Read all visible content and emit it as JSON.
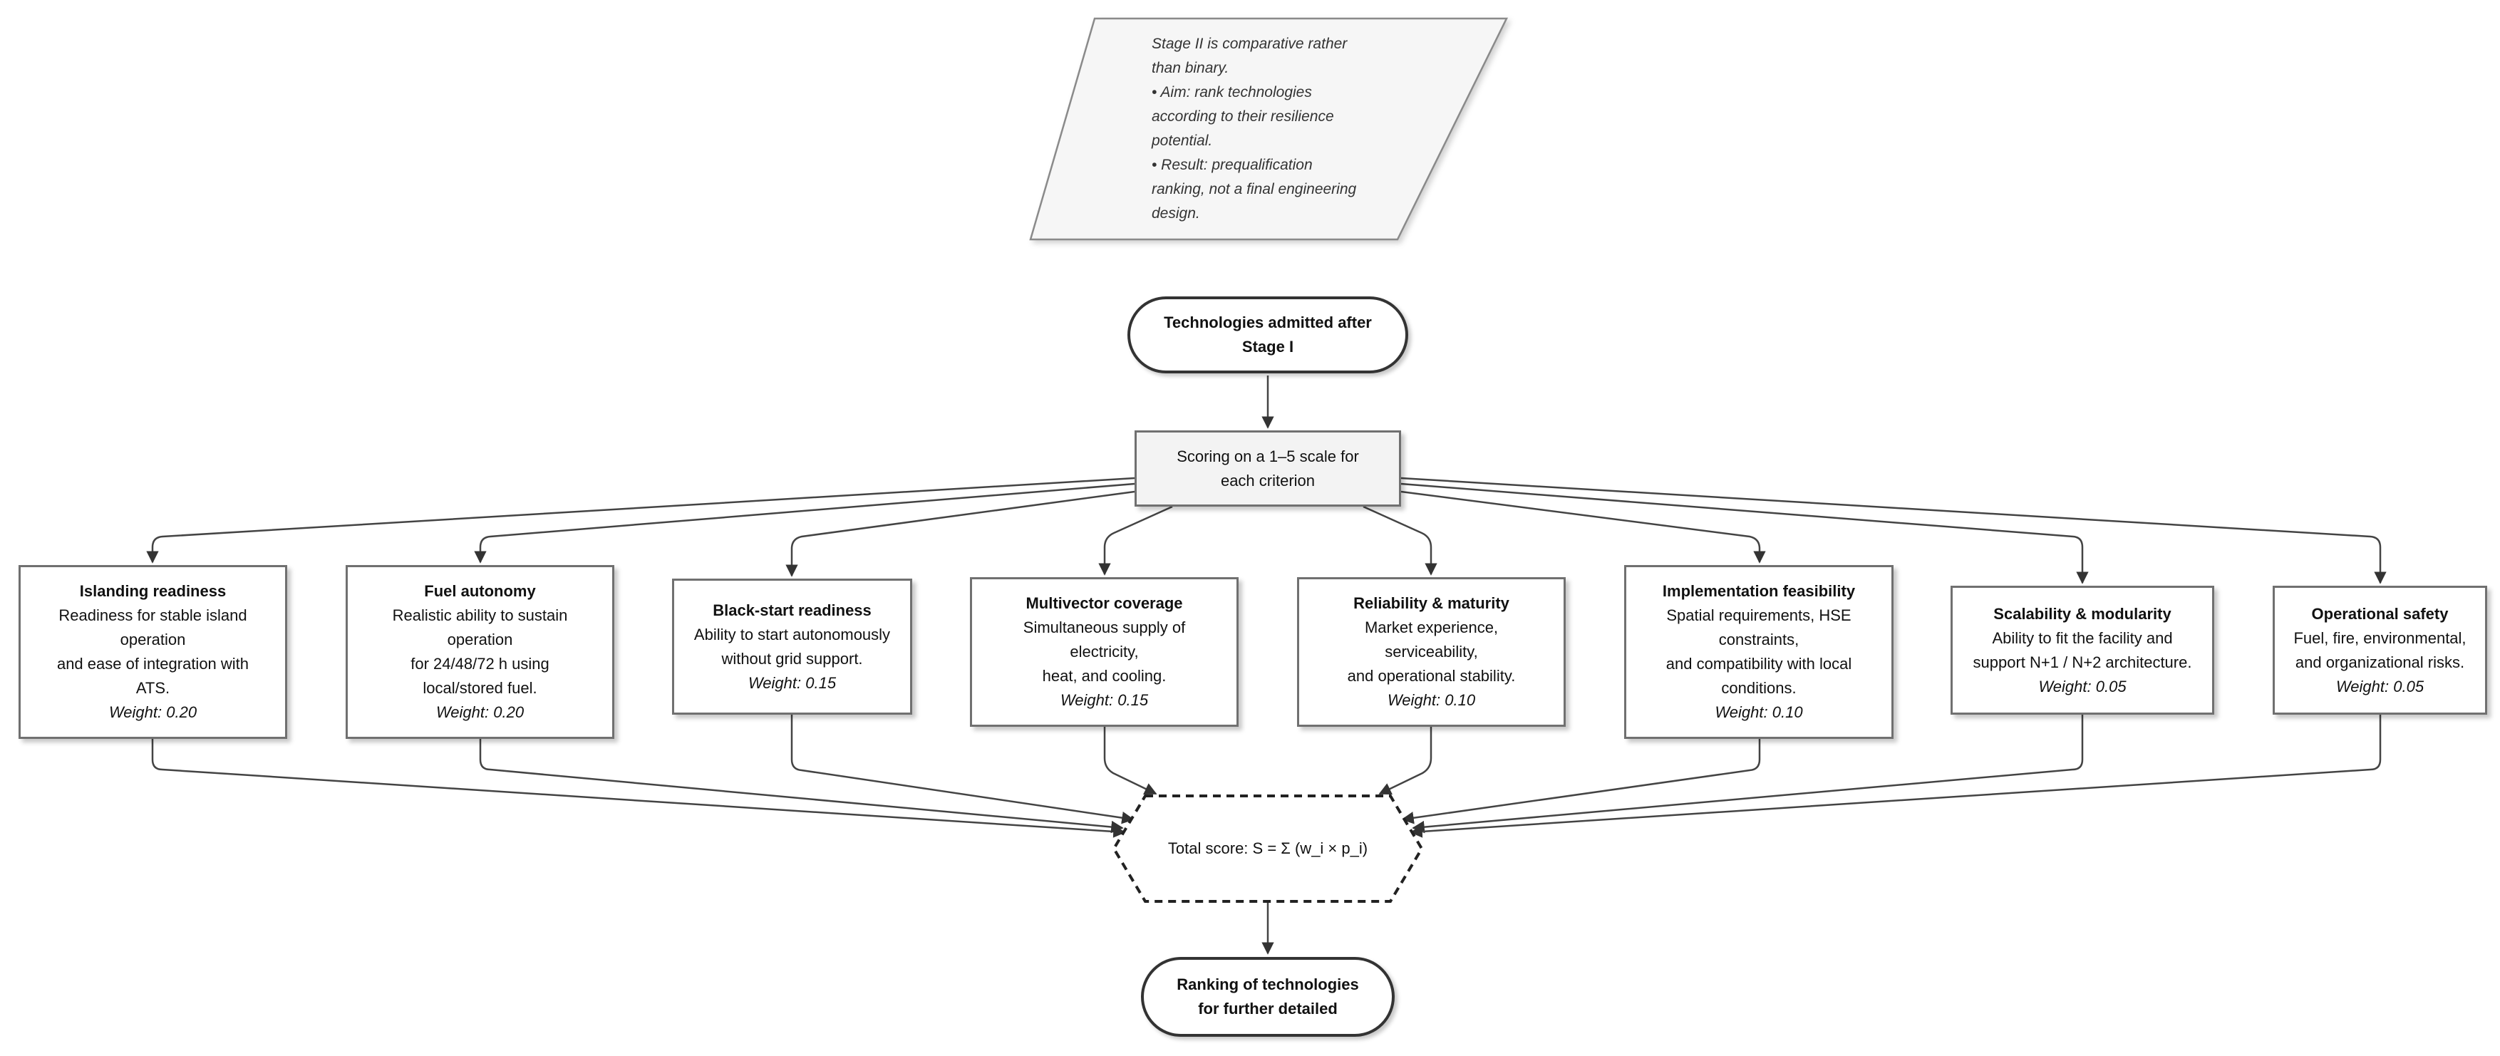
{
  "note": {
    "lines": [
      "Stage II is comparative rather",
      "than binary.",
      "• Aim: rank technologies",
      "according to their resilience",
      "potential.",
      "• Result: prequalification",
      "ranking, not a final engineering",
      "design."
    ]
  },
  "start": {
    "lines": [
      "Technologies admitted after",
      "Stage I"
    ]
  },
  "scoring": {
    "lines": [
      "Scoring on a 1–5 scale for",
      "each criterion"
    ]
  },
  "criteria": [
    {
      "title": "Islanding readiness",
      "lines": [
        "Readiness for stable island",
        "operation",
        "and ease of integration with",
        "ATS."
      ],
      "weight": "Weight: 0.20"
    },
    {
      "title": "Fuel autonomy",
      "lines": [
        "Realistic ability to sustain",
        "operation",
        "for 24/48/72 h using",
        "local/stored fuel."
      ],
      "weight": "Weight: 0.20"
    },
    {
      "title": "Black-start readiness",
      "lines": [
        "Ability to start autonomously",
        "without grid support."
      ],
      "weight": "Weight: 0.15"
    },
    {
      "title": "Multivector coverage",
      "lines": [
        "Simultaneous supply of",
        "electricity,",
        "heat, and cooling."
      ],
      "weight": "Weight: 0.15"
    },
    {
      "title": "Reliability & maturity",
      "lines": [
        "Market experience,",
        "serviceability,",
        "and operational stability."
      ],
      "weight": "Weight: 0.10"
    },
    {
      "title": "Implementation feasibility",
      "lines": [
        "Spatial requirements, HSE",
        "constraints,",
        "and compatibility with local",
        "conditions."
      ],
      "weight": "Weight: 0.10"
    },
    {
      "title": "Scalability & modularity",
      "lines": [
        "Ability to fit the facility and",
        "support N+1 / N+2 architecture."
      ],
      "weight": "Weight: 0.05"
    },
    {
      "title": "Operational safety",
      "lines": [
        "Fuel, fire, environmental,",
        "and organizational risks."
      ],
      "weight": "Weight: 0.05"
    }
  ],
  "total": {
    "label": "Total score: S = Σ (w_i × p_i)"
  },
  "end": {
    "lines": [
      "Ranking of technologies",
      "for further detailed"
    ]
  }
}
